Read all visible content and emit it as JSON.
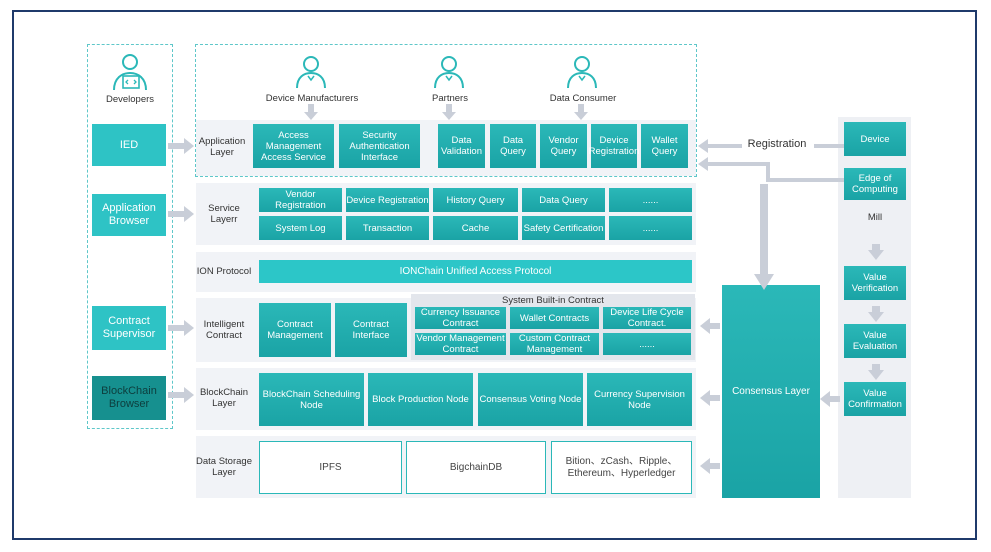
{
  "developers": {
    "label": "Developers"
  },
  "roles": [
    {
      "label": "Device Manufacturers"
    },
    {
      "label": "Partners"
    },
    {
      "label": "Data Consumer"
    }
  ],
  "left_tools": [
    {
      "label": "IED"
    },
    {
      "label": "Application Browser"
    },
    {
      "label": "Contract Supervisor"
    },
    {
      "label": "BlockChain Browser"
    }
  ],
  "layers": {
    "application": {
      "label": "Application Layer",
      "items": [
        "Access Management Access Service",
        "Security Authentication Interface",
        "Data Validation",
        "Data Query",
        "Vendor Query",
        "Device Registration",
        "Wallet Query"
      ]
    },
    "service": {
      "label": "Service Layerr",
      "items": [
        "Vendor Registration",
        "Device Registration",
        "History Query",
        "Data Query",
        "......",
        "System Log",
        "Transaction",
        "Cache",
        "Safety Certification",
        "......"
      ]
    },
    "ion": {
      "label": "ION Protocol",
      "item": "IONChain Unified Access Protocol"
    },
    "contract": {
      "label": "Intelligent Contract",
      "items": [
        "Contract Management",
        "Contract Interface"
      ],
      "builtin_title": "System Built-in Contract",
      "builtin": [
        "Currency Issuance Contract",
        "Wallet Contracts",
        "Device Life Cycle Contract.",
        "Vendor Management Contract",
        "Custom Contract Management",
        "......"
      ]
    },
    "blockchain": {
      "label": "BlockChain Layer",
      "items": [
        "BlockChain Scheduling Node",
        "Block Production Node",
        "Consensus Voting Node",
        "Currency Supervision Node"
      ]
    },
    "storage": {
      "label": "Data Storage Layer",
      "items": [
        "IPFS",
        "BigchainDB",
        "Bition、zCash、Ripple、Ethereum、Hyperledger"
      ]
    }
  },
  "consensus": {
    "label": "Consensus Layer"
  },
  "registration": {
    "label": "Registration"
  },
  "right": {
    "device": "Device",
    "edge": "Edge of Computing",
    "mill": "Mill",
    "steps": [
      "Value Verification",
      "Value Evaluation",
      "Value Confirmation"
    ]
  }
}
